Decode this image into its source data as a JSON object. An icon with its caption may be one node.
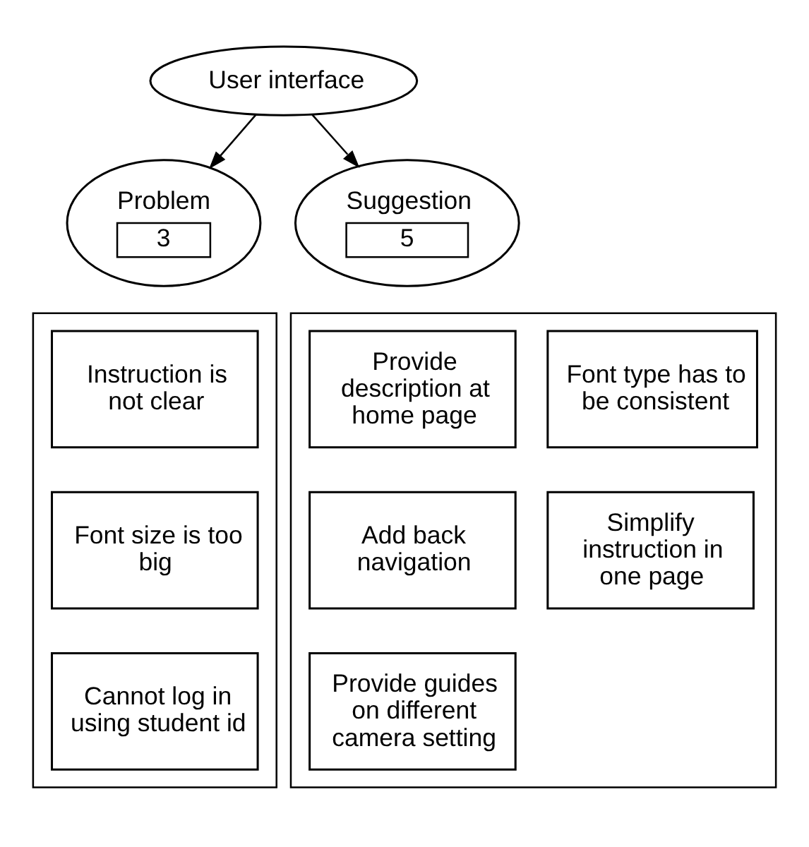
{
  "diagram": {
    "nodes": [
      {
        "text": [
          "User interface"
        ]
      },
      {
        "text": [
          "Problem",
          "3"
        ]
      },
      {
        "text": [
          "Suggestion",
          "5"
        ]
      },
      {
        "text": [],
        "shape": "box"
      },
      {
        "text": [
          "Instruction is not clear"
        ],
        "in": 3
      },
      {
        "text": [
          "Font size is too big"
        ],
        "in": 3
      },
      {
        "text": [
          "Cannot log in using student id"
        ],
        "in": 3
      },
      {
        "text": [],
        "shape": "box"
      },
      {
        "text": [
          "Provide description at home page"
        ],
        "in": 7
      },
      {
        "text": [
          "Font type has to be consistent"
        ],
        "in": 7
      },
      {
        "text": [
          "Add back navigation"
        ],
        "in": 7
      },
      {
        "text": [
          "Simplify instruction in one page"
        ],
        "in": 7
      },
      {
        "text": [
          "Provide guides on different camera setting"
        ],
        "in": 7
      }
    ],
    "edges": [
      {
        "from": 0,
        "to": 1,
        "arrow": "to"
      },
      {
        "from": 0,
        "to": 2,
        "arrow": "to"
      }
    ]
  }
}
